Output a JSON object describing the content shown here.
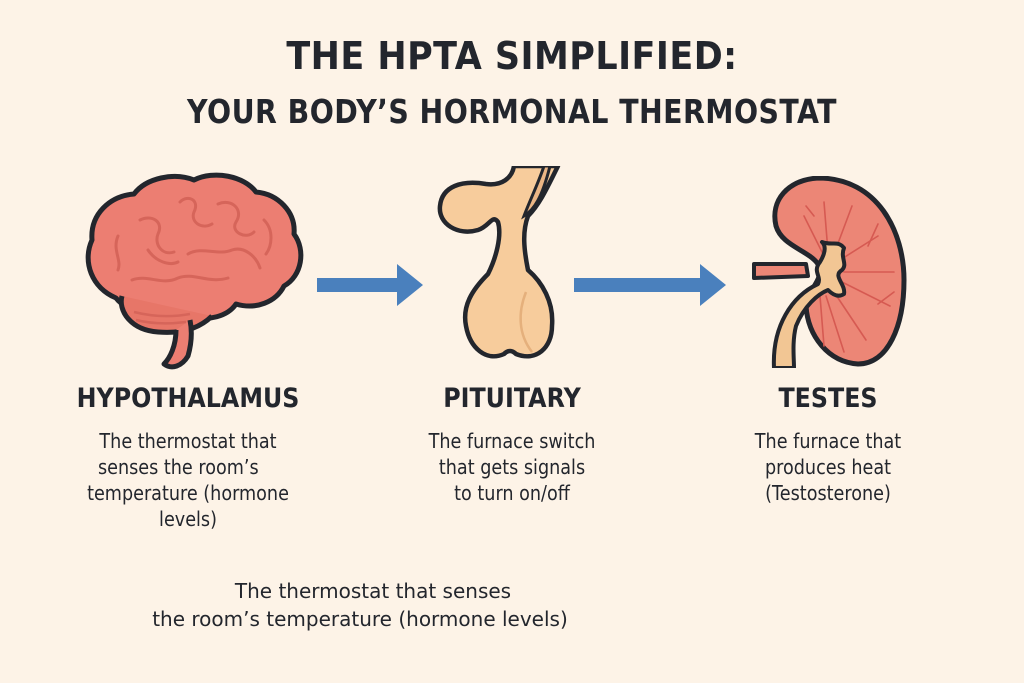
{
  "header": {
    "title_line1": "THE HPTA SIMPLIFIED:",
    "title_line2": "YOUR BODY’S HORMONAL THERMOSTAT"
  },
  "colors": {
    "background": "#fdf3e7",
    "text": "#23262d",
    "arrow": "#4a80bd",
    "brain": "#ec7e72",
    "pituitary": "#f7cc9c",
    "testes": "#ec8676"
  },
  "flow": [
    {
      "icon": "brain-icon",
      "label": "HYPOTHALAMUS",
      "description_lines": [
        "The thermostat that",
        "senses the room’s",
        "temperature (hormone",
        "levels)"
      ]
    },
    {
      "icon": "pituitary-gland-icon",
      "label": "PITUITARY",
      "description_lines": [
        "The furnace switch",
        "that gets signals",
        "to turn on/off"
      ]
    },
    {
      "icon": "testes-icon",
      "label": "TESTES",
      "description_lines": [
        "The furnace that",
        "produces heat",
        "(Testosterone)"
      ]
    }
  ],
  "arrows": [
    "arrow-right-icon",
    "arrow-right-icon"
  ],
  "footer": {
    "line1": "The thermostat that senses",
    "line2": "the room’s temperature (hormone levels)"
  }
}
